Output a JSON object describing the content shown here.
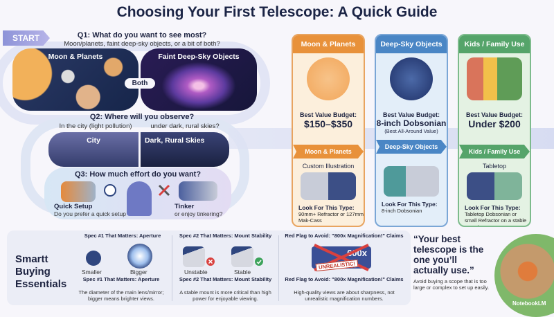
{
  "title": "Choosing Your First Telescope: A Quick Guide",
  "start": "START",
  "q1": {
    "question": "Q1: What do you want to see most?",
    "subtitle": "Moon/planets, faint deep-sky objects, or a bit of both?",
    "option_a": "Moon & Planets",
    "option_b": "Faint Deep-Sky Objects",
    "both": "Both"
  },
  "q2": {
    "question": "Q2: Where will you observe?",
    "sub_a": "In the city (light pollution)",
    "sub_b": "under dark, rural skies?",
    "option_a": "City",
    "option_b": "Dark, Rural Skies"
  },
  "q3": {
    "question": "Q3: How much effort do you want?",
    "option_a": "Quick Setup",
    "sub_a": "Do you prefer a quick setup",
    "option_b": "Tinker",
    "sub_b": "or enjoy tinkering?"
  },
  "cards": [
    {
      "header": "Moon & Planets",
      "color": "#e8913a",
      "budget_label": "Best Value Budget:",
      "budget": "$150–$350",
      "budget_note": "",
      "ribbon": "Moon & Planets",
      "sub": "Custom Illustration",
      "look_label": "Look For This Type:",
      "look": "90mm+ Refractor or 127mm Mak-Cass"
    },
    {
      "header": "Deep-Sky Objects",
      "color": "#4a86c5",
      "budget_label": "Best Value Budget:",
      "budget": "8-inch Dobsonian",
      "budget_note": "(Best All-Around Value)",
      "ribbon": "Deep-Sky Objects",
      "sub": "",
      "look_label": "Look For This Type:",
      "look": "8-inch Dobsonian"
    },
    {
      "header": "Kids / Family Use",
      "color": "#55a46a",
      "budget_label": "Best Value Budget:",
      "budget": "Under $200",
      "budget_note": "",
      "ribbon": "Kids / Family Use",
      "sub": "Tabletop",
      "look_label": "Look For This Type:",
      "look": "Tabletop Dobsonian or small Refractor on a stable mount"
    }
  ],
  "essentials": {
    "heading": "Smartt Buying Essentials",
    "spec1": {
      "top": "Spec #1 That Matters: Aperture",
      "small": "Smaller",
      "big": "Bigger",
      "title": "Spec #1 That Matters: Aperture",
      "desc": "The diameter of the main lens/mirror; bigger means brighter views."
    },
    "spec2": {
      "top": "Spec #2 That Matters: Mount Stability",
      "unstable": "Unstable",
      "stable": "Stable",
      "title": "Spec #2 That Matters: Mount Stability",
      "desc": "A stable mount is more critical than high power for enjoyable viewing."
    },
    "flag": {
      "top": "Red Flag to Avoid: \"800x Magnification!\" Claims",
      "box_text": "600x",
      "stamp": "UNREALISTIC!",
      "title": "Red Flag to Avoid: \"800x Magnification!\" Claims",
      "desc": "High-quality views are about sharpness, not unrealistic magnification numbers."
    }
  },
  "quote": {
    "text": "“Your best telescope is the one you’ll actually use.”",
    "desc": "Avoid buying a scope that is too large or complex to set up easily."
  },
  "watermark": "NotebookLM"
}
